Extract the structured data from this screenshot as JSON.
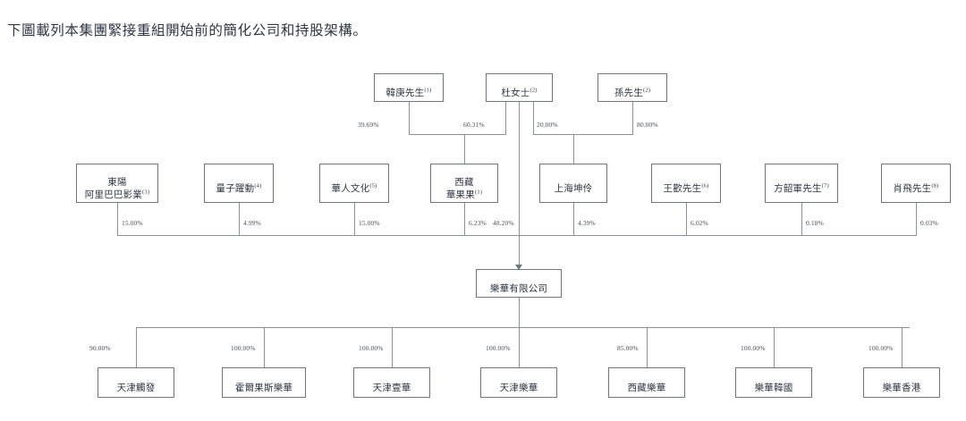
{
  "document": {
    "intro_text": "下圖載列本集團緊接重組開始前的簡化公司和持股架構。"
  },
  "chart_data": {
    "type": "diagram",
    "title": "簡化公司和持股架構",
    "levels": [
      {
        "name": "ultimate-shareholders",
        "nodes": [
          {
            "id": "han-geng",
            "label": "韓庚先生",
            "note": "(1)"
          },
          {
            "id": "madam-du",
            "label": "杜女士",
            "note": "(2)"
          },
          {
            "id": "mr-sun",
            "label": "孫先生",
            "note": "(2)"
          }
        ]
      },
      {
        "name": "direct-shareholders",
        "nodes": [
          {
            "id": "dongyang-alibaba",
            "label": "東陽\n阿里巴巴影業",
            "note": "(3)"
          },
          {
            "id": "liangzi-yuedong",
            "label": "量子躍動",
            "note": "(4)"
          },
          {
            "id": "huaren-wenhua",
            "label": "華人文化",
            "note": "(5)"
          },
          {
            "id": "xizang-huaguoguo",
            "label": "西藏\n華果果",
            "note": "(1)"
          },
          {
            "id": "shanghai-kunling",
            "label": "上海坤伶",
            "note": ""
          },
          {
            "id": "mr-wang-huan",
            "label": "王歡先生",
            "note": "(6)"
          },
          {
            "id": "mr-fang-shaojun",
            "label": "方韶軍先生",
            "note": "(7)"
          },
          {
            "id": "mr-xiao-fei",
            "label": "肖飛先生",
            "note": "(8)"
          }
        ]
      },
      {
        "name": "company",
        "nodes": [
          {
            "id": "yuehua-ltd",
            "label": "樂華有限公司",
            "note": ""
          }
        ]
      },
      {
        "name": "subsidiaries",
        "nodes": [
          {
            "id": "tianjin-chufa",
            "label": "天津觸發",
            "note": ""
          },
          {
            "id": "huoerguosi-yuehua",
            "label": "霍爾果斯樂華",
            "note": ""
          },
          {
            "id": "tianjin-yihua",
            "label": "天津壹華",
            "note": ""
          },
          {
            "id": "tianjin-yuehua",
            "label": "天津樂華",
            "note": ""
          },
          {
            "id": "xizang-yuehua",
            "label": "西藏樂華",
            "note": ""
          },
          {
            "id": "yuehua-korea",
            "label": "樂華韓國",
            "note": ""
          },
          {
            "id": "yuehua-hongkong",
            "label": "樂華香港",
            "note": ""
          }
        ]
      }
    ],
    "edges_top": [
      {
        "from": "han-geng",
        "to": "xizang-huaguoguo",
        "value": "39.69%"
      },
      {
        "from": "madam-du",
        "to": "xizang-huaguoguo",
        "value": "60.31%"
      },
      {
        "from": "madam-du",
        "to": "shanghai-kunling",
        "value": "20.00%"
      },
      {
        "from": "mr-sun",
        "to": "shanghai-kunling",
        "value": "80.00%"
      }
    ],
    "edges_middle": [
      {
        "from": "dongyang-alibaba",
        "to": "yuehua-ltd",
        "value": "15.00%"
      },
      {
        "from": "liangzi-yuedong",
        "to": "yuehua-ltd",
        "value": "4.99%"
      },
      {
        "from": "huaren-wenhua",
        "to": "yuehua-ltd",
        "value": "15.00%"
      },
      {
        "from": "xizang-huaguoguo",
        "to": "yuehua-ltd",
        "value": "6.23%"
      },
      {
        "from": "madam-du",
        "to": "yuehua-ltd",
        "value": "48.20%"
      },
      {
        "from": "shanghai-kunling",
        "to": "yuehua-ltd",
        "value": "4.39%"
      },
      {
        "from": "mr-wang-huan",
        "to": "yuehua-ltd",
        "value": "6.02%"
      },
      {
        "from": "mr-fang-shaojun",
        "to": "yuehua-ltd",
        "value": "0.18%"
      },
      {
        "from": "mr-xiao-fei",
        "to": "yuehua-ltd",
        "value": "0.03%"
      }
    ],
    "edges_bottom": [
      {
        "from": "yuehua-ltd",
        "to": "tianjin-chufa",
        "value": "90.00%"
      },
      {
        "from": "yuehua-ltd",
        "to": "huoerguosi-yuehua",
        "value": "100.00%"
      },
      {
        "from": "yuehua-ltd",
        "to": "tianjin-yihua",
        "value": "100.00%"
      },
      {
        "from": "yuehua-ltd",
        "to": "tianjin-yuehua",
        "value": "100.00%"
      },
      {
        "from": "yuehua-ltd",
        "to": "xizang-yuehua",
        "value": "85.00%"
      },
      {
        "from": "yuehua-ltd",
        "to": "yuehua-korea",
        "value": "100.00%"
      },
      {
        "from": "yuehua-ltd",
        "to": "yuehua-hongkong",
        "value": "100.00%"
      }
    ]
  },
  "colors": {
    "box_border": "#6f7480",
    "line": "#8c9099",
    "text": "#2f3542"
  }
}
